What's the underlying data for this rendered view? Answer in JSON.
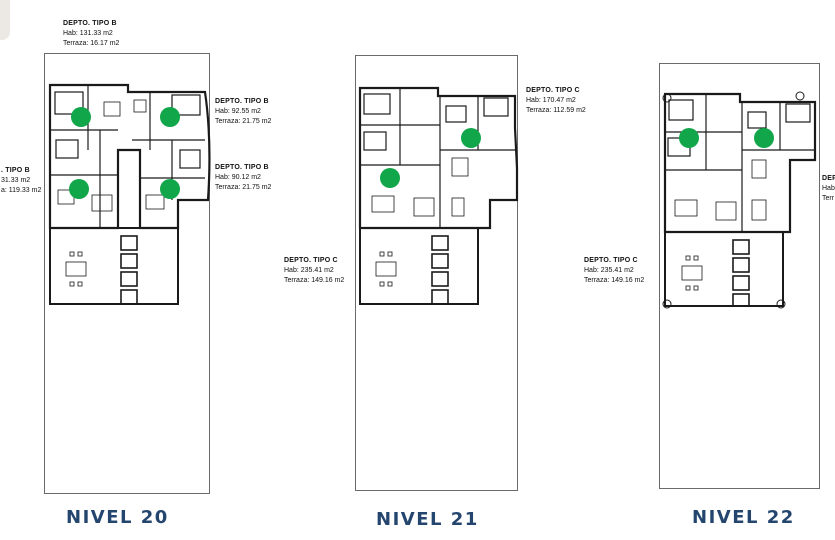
{
  "levels": [
    {
      "title": "NIVEL 20",
      "units": [
        {
          "title": "DEPTO.  TIPO B",
          "hab": "Hab: 131.33 m2",
          "terraza": "Terraza: 16.17 m2"
        },
        {
          "title": "DEPTO.  TIPO B",
          "hab": "Hab: 92.55 m2",
          "terraza": "Terraza: 21.75 m2"
        },
        {
          "title": "DEPTO.  TIPO B",
          "hab": "Hab: 90.12 m2",
          "terraza": "Terraza: 21.75 m2"
        },
        {
          "title": ".  TIPO B",
          "hab": "31.33 m2",
          "terraza": "a: 119.33 m2"
        }
      ]
    },
    {
      "title": "NIVEL 21",
      "units": [
        {
          "title": "DEPTO.  TIPO C",
          "hab": "Hab: 170.47 m2",
          "terraza": "Terraza: 112.59 m2"
        },
        {
          "title": "DEPTO.  TIPO C",
          "hab": "Hab: 235.41 m2",
          "terraza": "Terraza: 149.16 m2"
        }
      ]
    },
    {
      "title": "NIVEL 22",
      "units": [
        {
          "title": "DEPTO.  TIPO C",
          "hab": "Hab: 235.41 m2",
          "terraza": "Terraza: 149.16 m2"
        },
        {
          "title": "DEPT",
          "hab": "Hab",
          "terraza": "Terr"
        }
      ]
    }
  ],
  "colors": {
    "marker": "#12a64a",
    "title": "#24466e",
    "wall": "#1a1a1a"
  },
  "icons": [
    "unit-marker-icon",
    "furniture-icon",
    "parking-icon"
  ]
}
